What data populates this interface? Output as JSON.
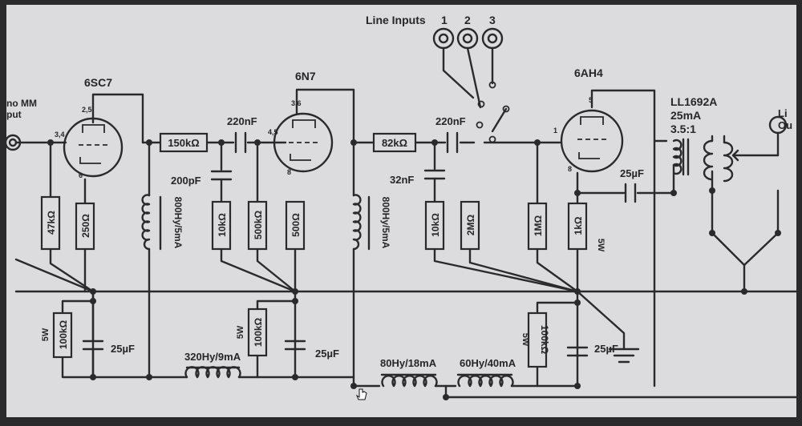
{
  "tubes": {
    "v1": "6SC7",
    "v2": "6N7",
    "v3": "6AH4"
  },
  "pins": {
    "v1_plate": "2,5",
    "v1_grid": "3,4",
    "v1_cathode": "6",
    "v2_plate": "3,6",
    "v2_grid": "4,5",
    "v2_cathode": "8",
    "v3_plate": "5",
    "v3_grid": "1",
    "v3_cathode": "8"
  },
  "inputs": {
    "title": "Line Inputs",
    "n1": "1",
    "n2": "2",
    "n3": "3",
    "phono": "no MM\nput"
  },
  "output": {
    "label": "Li\nOu",
    "transformer": "LL1692A",
    "current": "25mA",
    "ratio": "3.5:1"
  },
  "components": {
    "r_150k": "150kΩ",
    "c_220n_1": "220nF",
    "c_200p": "200pF",
    "r_47k": "47kΩ",
    "r_250": "250Ω",
    "l_800_1": "800Hy/5mA",
    "r_10k_1": "10kΩ",
    "r_500k": "500kΩ",
    "r_500": "500Ω",
    "l_800_2": "800Hy/5mA",
    "r_82k": "82kΩ",
    "c_220n_2": "220nF",
    "c_32n": "32nF",
    "r_10k_2": "10kΩ",
    "r_2m": "2MΩ",
    "r_1m": "1MΩ",
    "r_1k": "1kΩ",
    "w_1k": "5W",
    "c_25u_out": "25µF",
    "r_100k_1": "100kΩ",
    "w_100k_1": "5W",
    "c_25u_1": "25µF",
    "l_320": "320Hy/9mA",
    "r_100k_2": "100kΩ",
    "w_100k_2": "5W",
    "c_25u_2": "25µF",
    "l_80": "80Hy/18mA",
    "l_60": "60Hy/40mA",
    "r_100k_3": "100kΩ",
    "w_100k_3": "5W",
    "c_25u_3": "25µF"
  },
  "icons": {
    "cursor": "hand-pointer-icon"
  }
}
